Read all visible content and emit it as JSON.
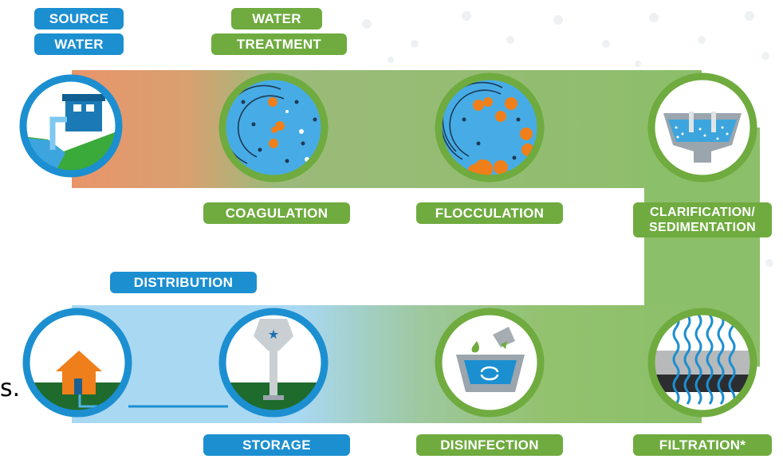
{
  "stages": {
    "source_line1": "SOURCE",
    "source_line2": "WATER",
    "treatment_line1": "WATER",
    "treatment_line2": "TREATMENT",
    "distribution": "DISTRIBUTION"
  },
  "steps": {
    "coagulation": "COAGULATION",
    "flocculation": "FLOCCULATION",
    "clarification": "CLARIFICATION/ SEDIMENTATION",
    "filtration": "FILTRATION*",
    "disinfection": "DISINFECTION",
    "storage": "STORAGE"
  },
  "stray_text": "s.",
  "colors": {
    "green": "#6fab3f",
    "blue": "#1c8fd1",
    "light_blue": "#4fb0e8",
    "orange": "#ef7f1a"
  }
}
